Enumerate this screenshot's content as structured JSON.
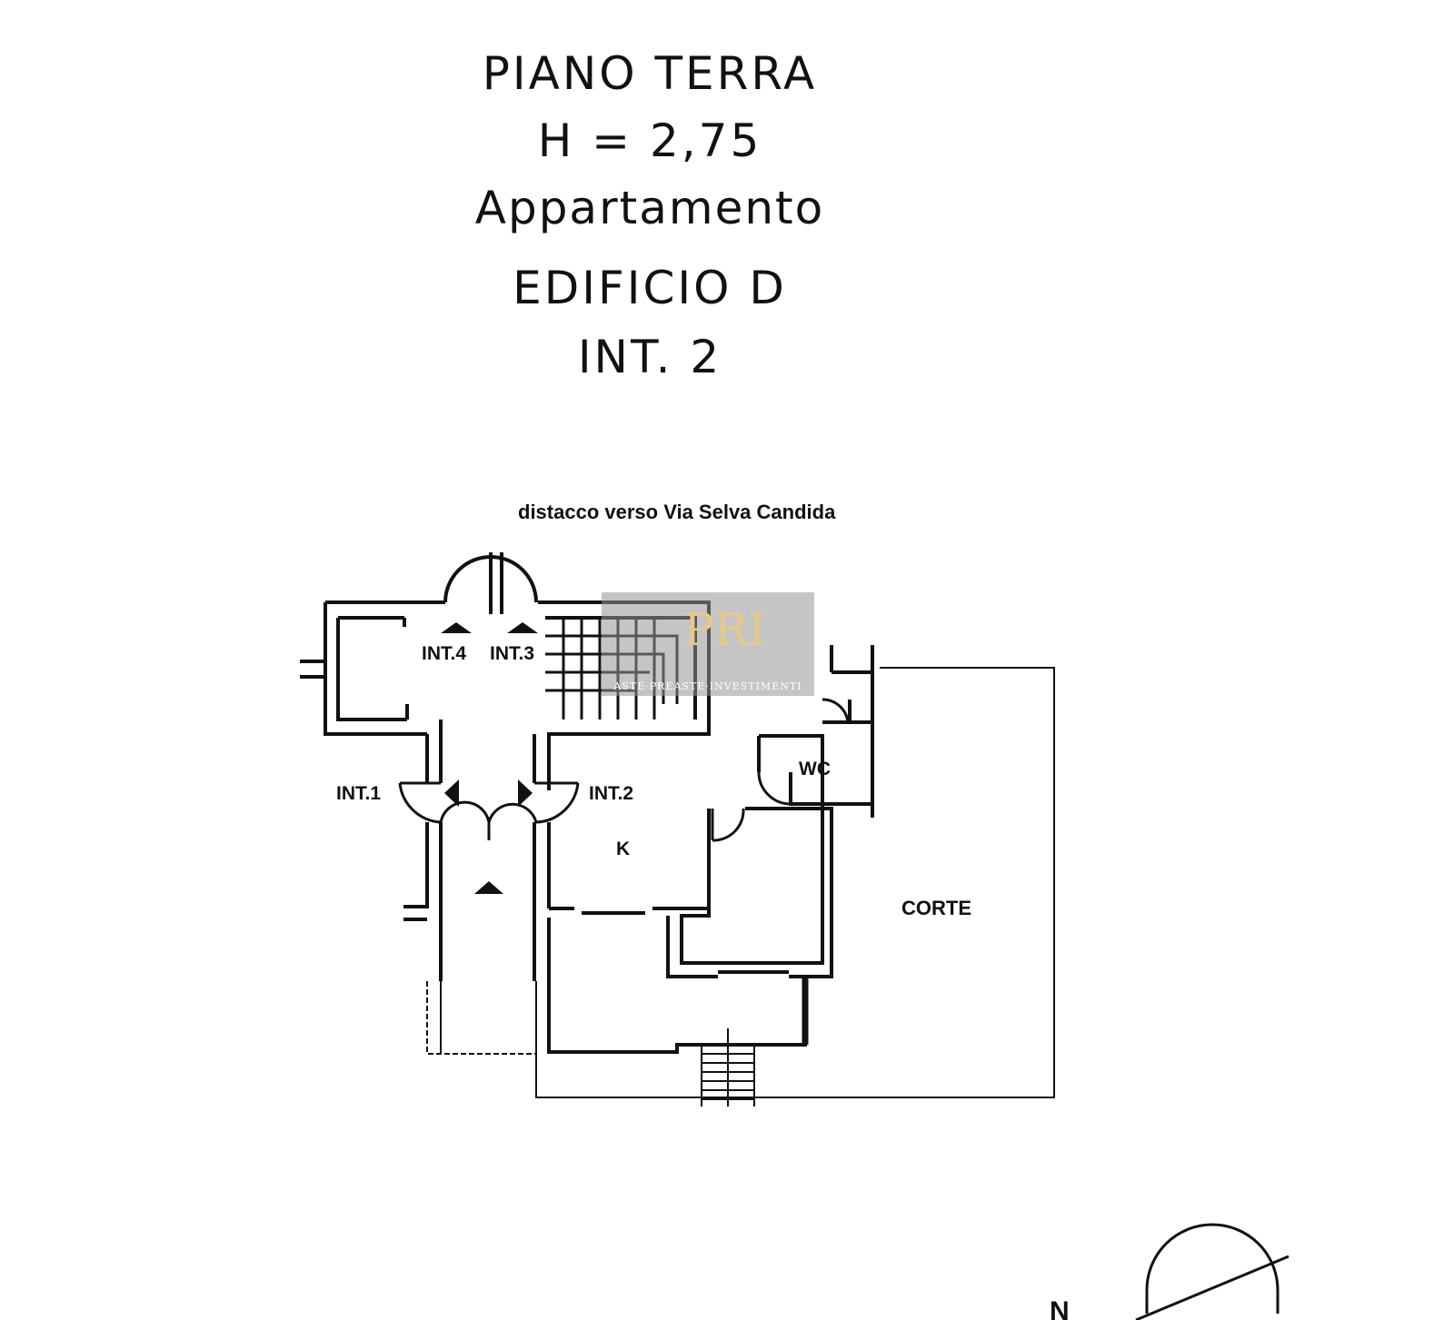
{
  "header": {
    "line1": "PIANO TERRA",
    "line2": "H = 2,75",
    "line3": "Appartamento",
    "line4": "EDIFICIO D",
    "line5": "INT. 2"
  },
  "plan": {
    "street_label": "distacco verso Via Selva Candida",
    "labels": {
      "int4": "INT.4",
      "int3": "INT.3",
      "int1": "INT.1",
      "int2": "INT.2",
      "wc": "WC",
      "kitchen": "K",
      "court": "CORTE",
      "north": "N"
    }
  },
  "watermark": {
    "logo": "PRI",
    "text": "ASTE·PREASTE·INVESTIMENTI"
  }
}
